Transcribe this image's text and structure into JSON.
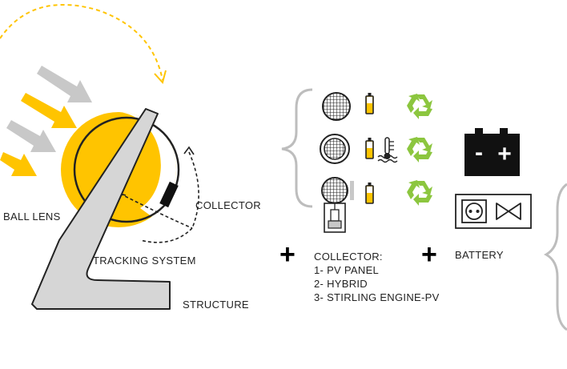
{
  "labels": {
    "ball_lens": "BALL LENS",
    "collector": "COLLECTOR",
    "tracking_system": "TRACKING SYSTEM",
    "structure": "STRUCTURE",
    "battery": "BATTERY"
  },
  "collector_list": {
    "heading": "COLLECTOR:",
    "items": [
      "1- PV PANEL",
      "2- HYBRID",
      "3- STIRLING ENGINE-PV"
    ]
  },
  "plus_symbol": "+",
  "battery_signs": {
    "minus": "-",
    "plus": "+"
  },
  "colors": {
    "sun_yellow": "#FFC400",
    "ray_gray": "#C8C8C8",
    "structure_gray": "#D6D6D6",
    "outline": "#222222",
    "recycle_green": "#8CC63F",
    "brace_gray": "#BDBDBD"
  },
  "icons": [
    "solar-panel-grid-icon",
    "battery-cell-icon",
    "recycle-icon",
    "round-panel-icon",
    "thermometer-water-icon",
    "stirling-engine-icon",
    "car-battery-icon",
    "power-socket-icon",
    "bowtie-valve-icon"
  ]
}
